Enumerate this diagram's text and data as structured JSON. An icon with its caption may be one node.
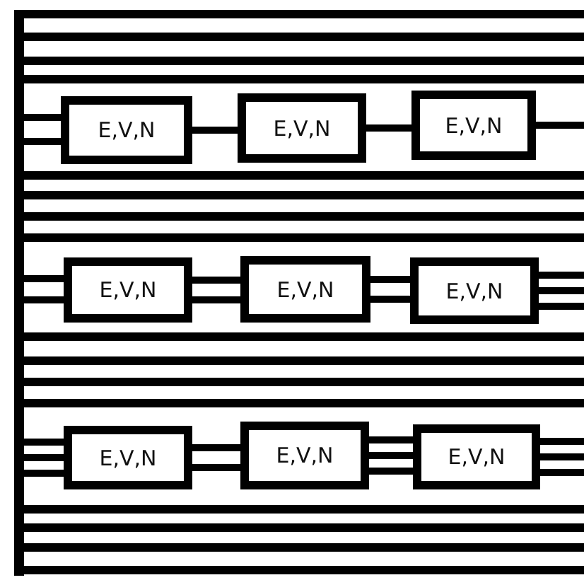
{
  "diagram": {
    "nodes": [
      {
        "text": [
          "E,V,N"
        ]
      },
      {
        "text": [
          "E,V,N"
        ]
      },
      {
        "text": [
          "E,V,N"
        ]
      },
      {
        "text": [
          "E,V,N"
        ]
      },
      {
        "text": [
          "E,V,N"
        ]
      },
      {
        "text": [
          "E,V,N"
        ]
      },
      {
        "text": [
          "E,V,N"
        ]
      },
      {
        "text": [
          "E,V,N"
        ]
      },
      {
        "text": [
          "E,V,N"
        ]
      }
    ],
    "edges": [
      {
        "from": null,
        "to": 0,
        "arrow": "none"
      },
      {
        "from": null,
        "to": 0,
        "arrow": "none"
      },
      {
        "from": 0,
        "to": 1,
        "arrow": "none"
      },
      {
        "from": 1,
        "to": 2,
        "arrow": "none"
      },
      {
        "from": 2,
        "to": null,
        "arrow": "none"
      },
      {
        "from": null,
        "to": 3,
        "arrow": "none"
      },
      {
        "from": null,
        "to": 3,
        "arrow": "none"
      },
      {
        "from": 3,
        "to": 4,
        "arrow": "none"
      },
      {
        "from": 3,
        "to": 4,
        "arrow": "none"
      },
      {
        "from": 4,
        "to": 5,
        "arrow": "none"
      },
      {
        "from": 4,
        "to": 5,
        "arrow": "none"
      },
      {
        "from": 5,
        "to": null,
        "arrow": "none"
      },
      {
        "from": 5,
        "to": null,
        "arrow": "none"
      },
      {
        "from": 5,
        "to": null,
        "arrow": "none"
      },
      {
        "from": null,
        "to": 6,
        "arrow": "none"
      },
      {
        "from": null,
        "to": 6,
        "arrow": "none"
      },
      {
        "from": null,
        "to": 6,
        "arrow": "none"
      },
      {
        "from": 6,
        "to": 7,
        "arrow": "none"
      },
      {
        "from": 6,
        "to": 7,
        "arrow": "none"
      },
      {
        "from": 7,
        "to": 8,
        "arrow": "none"
      },
      {
        "from": 7,
        "to": 8,
        "arrow": "none"
      },
      {
        "from": 7,
        "to": 8,
        "arrow": "none"
      },
      {
        "from": 8,
        "to": null,
        "arrow": "none"
      },
      {
        "from": 8,
        "to": null,
        "arrow": "none"
      },
      {
        "from": 8,
        "to": null,
        "arrow": "none"
      }
    ]
  }
}
